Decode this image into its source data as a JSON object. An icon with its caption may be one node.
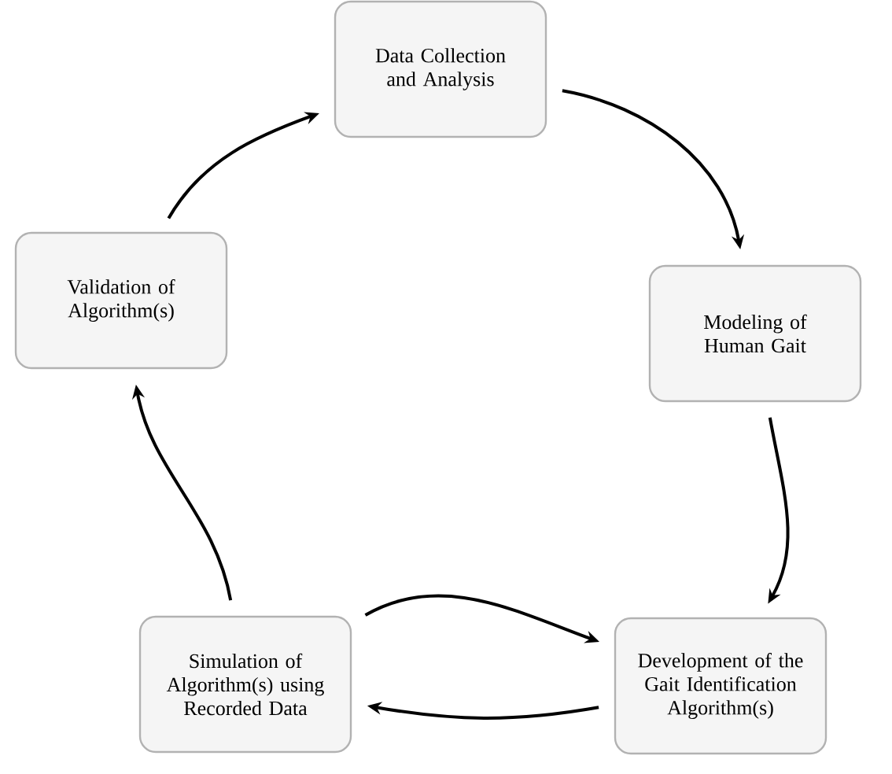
{
  "diagram": {
    "nodes": [
      {
        "text": [
          "Data Collection and Analysis"
        ]
      },
      {
        "text": [
          "Modeling of Human Gait"
        ]
      },
      {
        "text": [
          "Development of the Gait Identification Algorithm(s)"
        ]
      },
      {
        "text": [
          "Simulation of Algorithm(s) using Recorded Data"
        ]
      },
      {
        "text": [
          "Validation of Algorithm(s)"
        ]
      }
    ],
    "edges": [
      {
        "from": 0,
        "to": 1,
        "arrow": "to"
      },
      {
        "from": 1,
        "to": 2,
        "arrow": "to"
      },
      {
        "from": 2,
        "to": 3,
        "arrow": "to"
      },
      {
        "from": 3,
        "to": 2,
        "arrow": "to"
      },
      {
        "from": 3,
        "to": 4,
        "arrow": "to"
      },
      {
        "from": 4,
        "to": 0,
        "arrow": "to"
      }
    ]
  }
}
